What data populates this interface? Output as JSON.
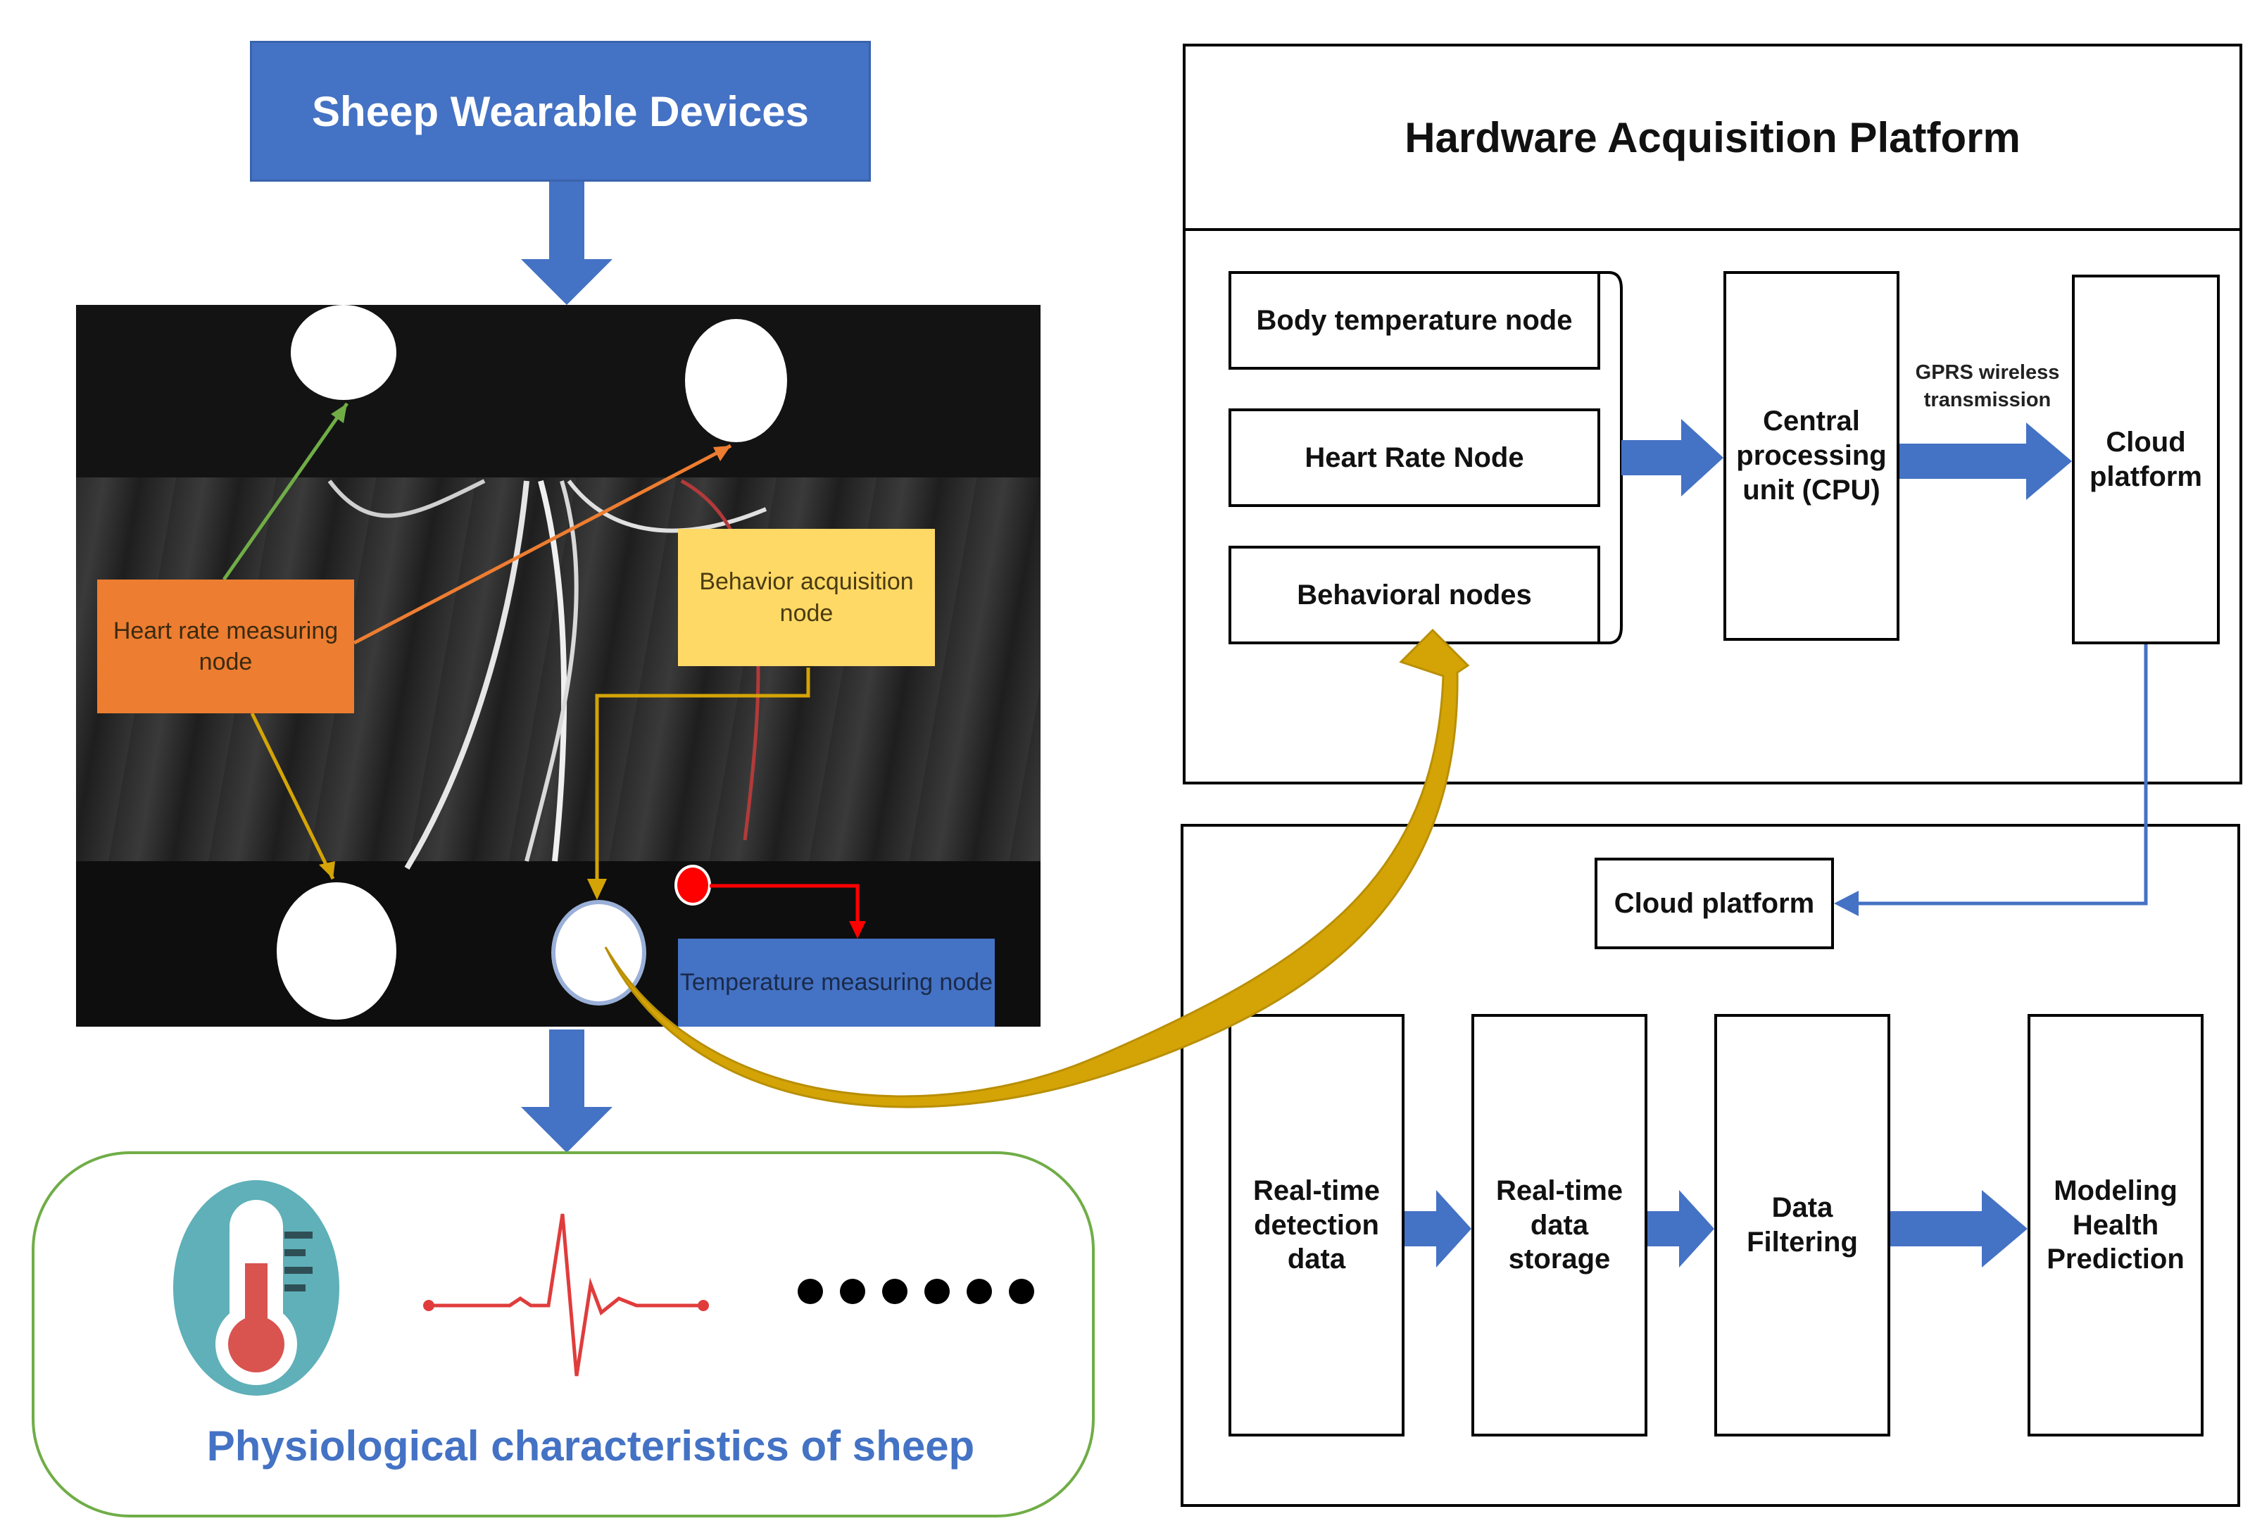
{
  "left": {
    "title": "Sheep Wearable Devices",
    "photo_labels": {
      "heart_rate_node": "Heart rate measuring node",
      "behavior_node": "Behavior acquisition node",
      "temperature_node": "Temperature measuring node"
    },
    "characteristics_caption": "Physiological characteristics of sheep",
    "icons": [
      "thermometer-icon",
      "heartbeat-icon",
      "ellipsis-icon"
    ]
  },
  "hardware": {
    "title": "Hardware Acquisition Platform",
    "nodes": [
      "Body temperature node",
      "Heart Rate Node",
      "Behavioral nodes"
    ],
    "cpu": "Central processing unit (CPU)",
    "transmission": "GPRS wireless transmission",
    "cloud": "Cloud platform"
  },
  "software": {
    "cloud": "Cloud platform",
    "steps": [
      "Real-time detection data",
      "Real-time data storage",
      "Data Filtering",
      "Modeling Health Prediction"
    ]
  },
  "colors": {
    "blue": "#4472c4",
    "orange": "#ed7d31",
    "yellow": "#ffd966",
    "gold": "#d4a406",
    "green_border": "#70ad47",
    "caption_blue": "#4472c4"
  }
}
